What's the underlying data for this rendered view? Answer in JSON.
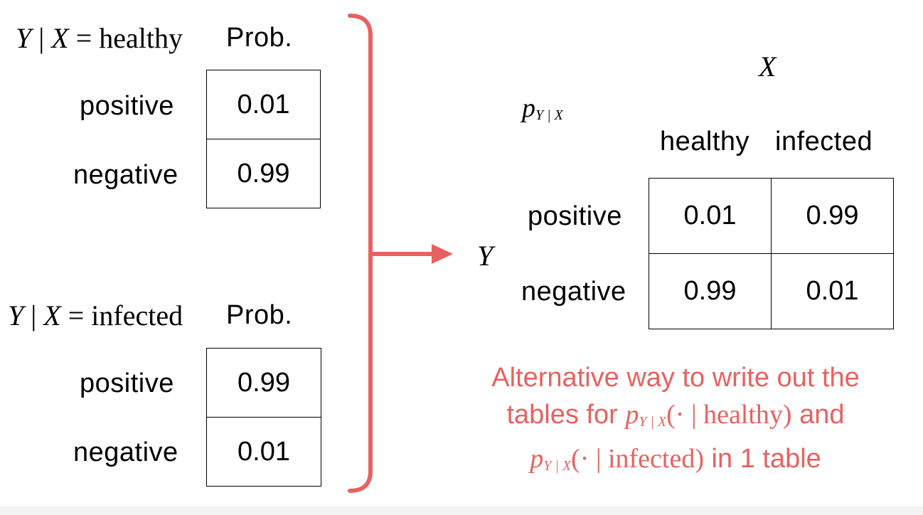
{
  "table_healthy": {
    "header_var": "Y | X = ",
    "header_value": "healthy",
    "header_prob": "Prob.",
    "rows": [
      {
        "label": "positive",
        "value": "0.01"
      },
      {
        "label": "negative",
        "value": "0.99"
      }
    ]
  },
  "table_infected": {
    "header_var": "Y | X = ",
    "header_value": "infected",
    "header_prob": "Prob.",
    "rows": [
      {
        "label": "positive",
        "value": "0.99"
      },
      {
        "label": "negative",
        "value": "0.01"
      }
    ]
  },
  "combined_table": {
    "title_p": "p",
    "title_sub": "Y | X",
    "col_var": "X",
    "row_var": "Y",
    "columns": [
      "healthy",
      "infected"
    ],
    "rows": [
      {
        "label": "positive",
        "values": [
          "0.01",
          "0.99"
        ]
      },
      {
        "label": "negative",
        "values": [
          "0.99",
          "0.01"
        ]
      }
    ]
  },
  "caption": {
    "line1": "Alternative way to write out the",
    "line2_pre": "tables for ",
    "line2_p": "p",
    "line2_sub": "Y | X",
    "line2_arg": "(· | healthy)",
    "line2_post": " and",
    "line3_p": "p",
    "line3_sub": "Y | X",
    "line3_arg": "(· | infected)",
    "line3_post": " in 1 table"
  },
  "colors": {
    "accent": "#e86161",
    "ink": "#000000"
  }
}
